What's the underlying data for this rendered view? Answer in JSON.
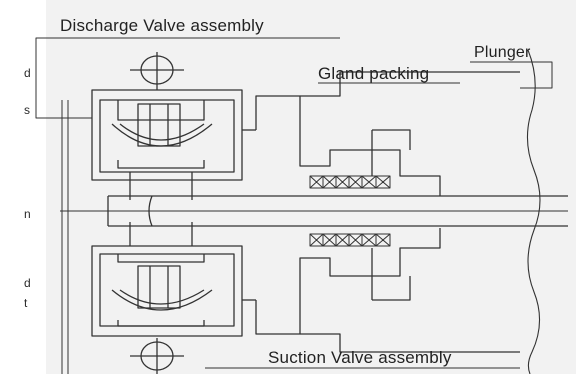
{
  "labels": {
    "discharge": "Discharge Valve assembly",
    "plunger": "Plunger",
    "gland": "Gland packing",
    "suction": "Suction Valve assembly"
  },
  "margin_fragments": [
    "d",
    "s",
    "n",
    "d",
    "t"
  ],
  "colors": {
    "line": "#333333",
    "background": "#f2f2f2"
  }
}
